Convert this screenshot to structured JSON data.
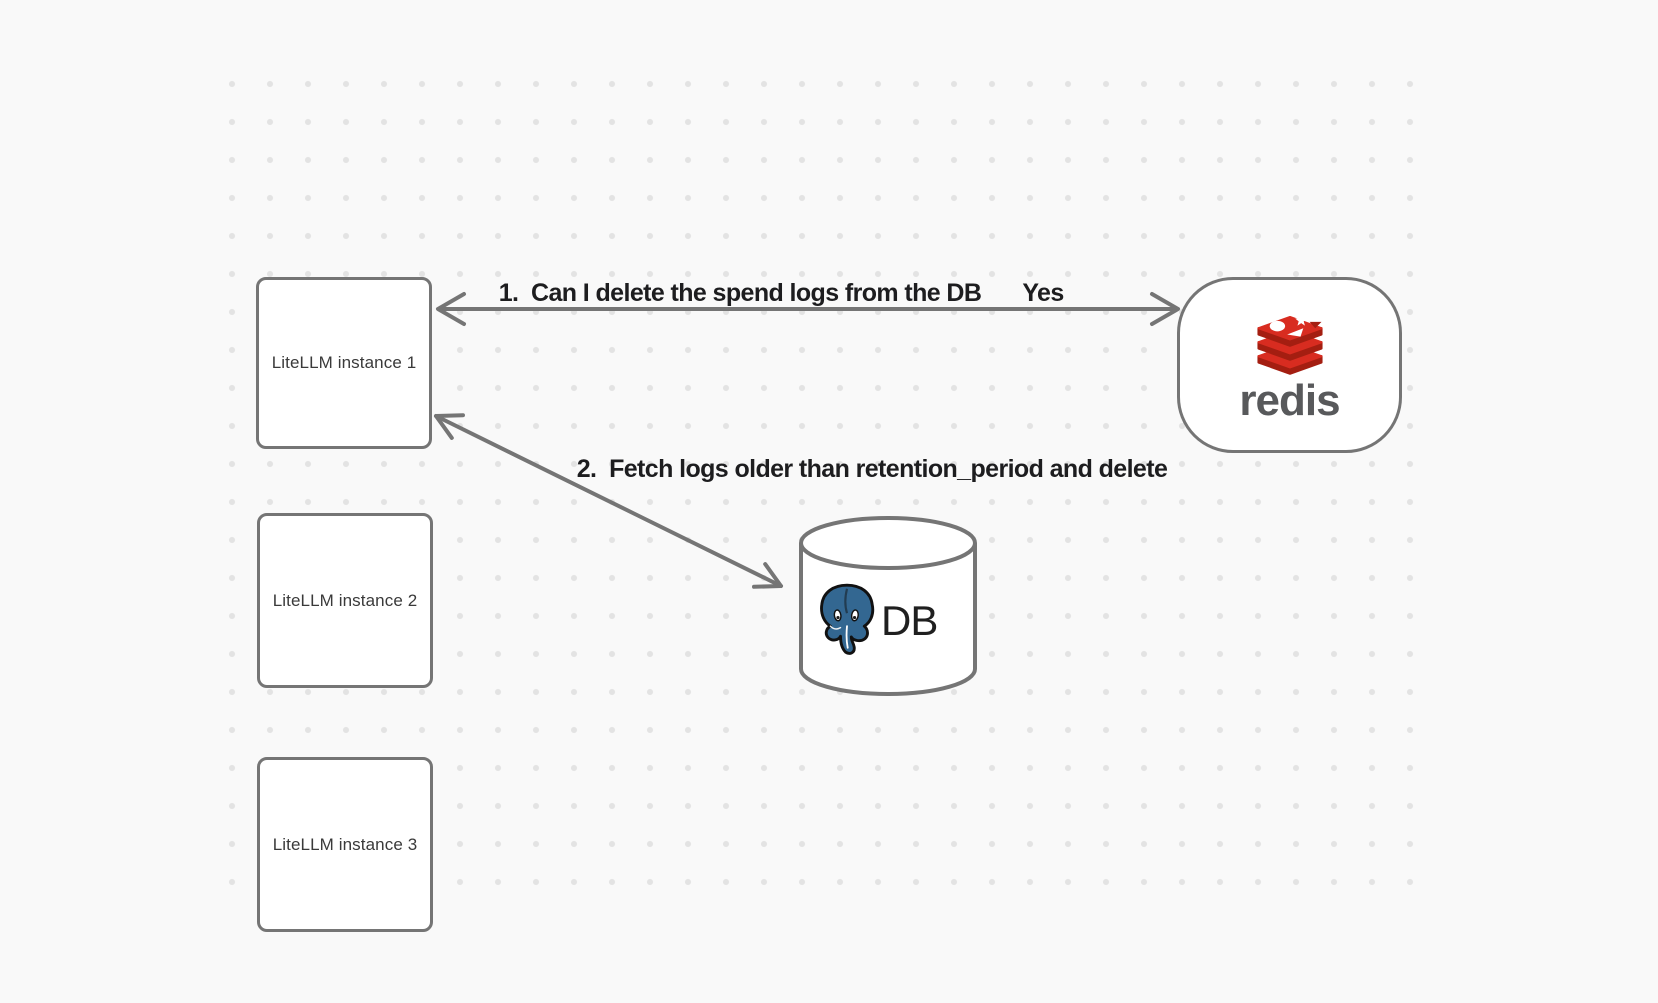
{
  "canvas": {
    "background_color": "#f9f9f9",
    "dot_color": "#e3e3e3",
    "stroke_color": "#757575"
  },
  "nodes": {
    "litellm_instances": [
      {
        "label": "LiteLLM instance 1"
      },
      {
        "label": "LiteLLM instance 2"
      },
      {
        "label": "LiteLLM instance 3"
      }
    ],
    "redis": {
      "wordmark": "redis",
      "icon": "redis-logo"
    },
    "db": {
      "label": "DB",
      "icon": "postgresql-elephant-logo"
    }
  },
  "annotations": {
    "step1": "1.  Can I delete the spend logs from the DB",
    "step1_answer": "Yes",
    "step2": "2.  Fetch logs older than retention_period and delete"
  },
  "colors": {
    "redis_red": "#D82C20",
    "redis_dark_red": "#A41E11",
    "postgres_blue": "#336791",
    "annotation_text": "#1d1d1f",
    "node_label_text": "#3a3a3a",
    "redis_wordmark_gray": "#58595b"
  }
}
